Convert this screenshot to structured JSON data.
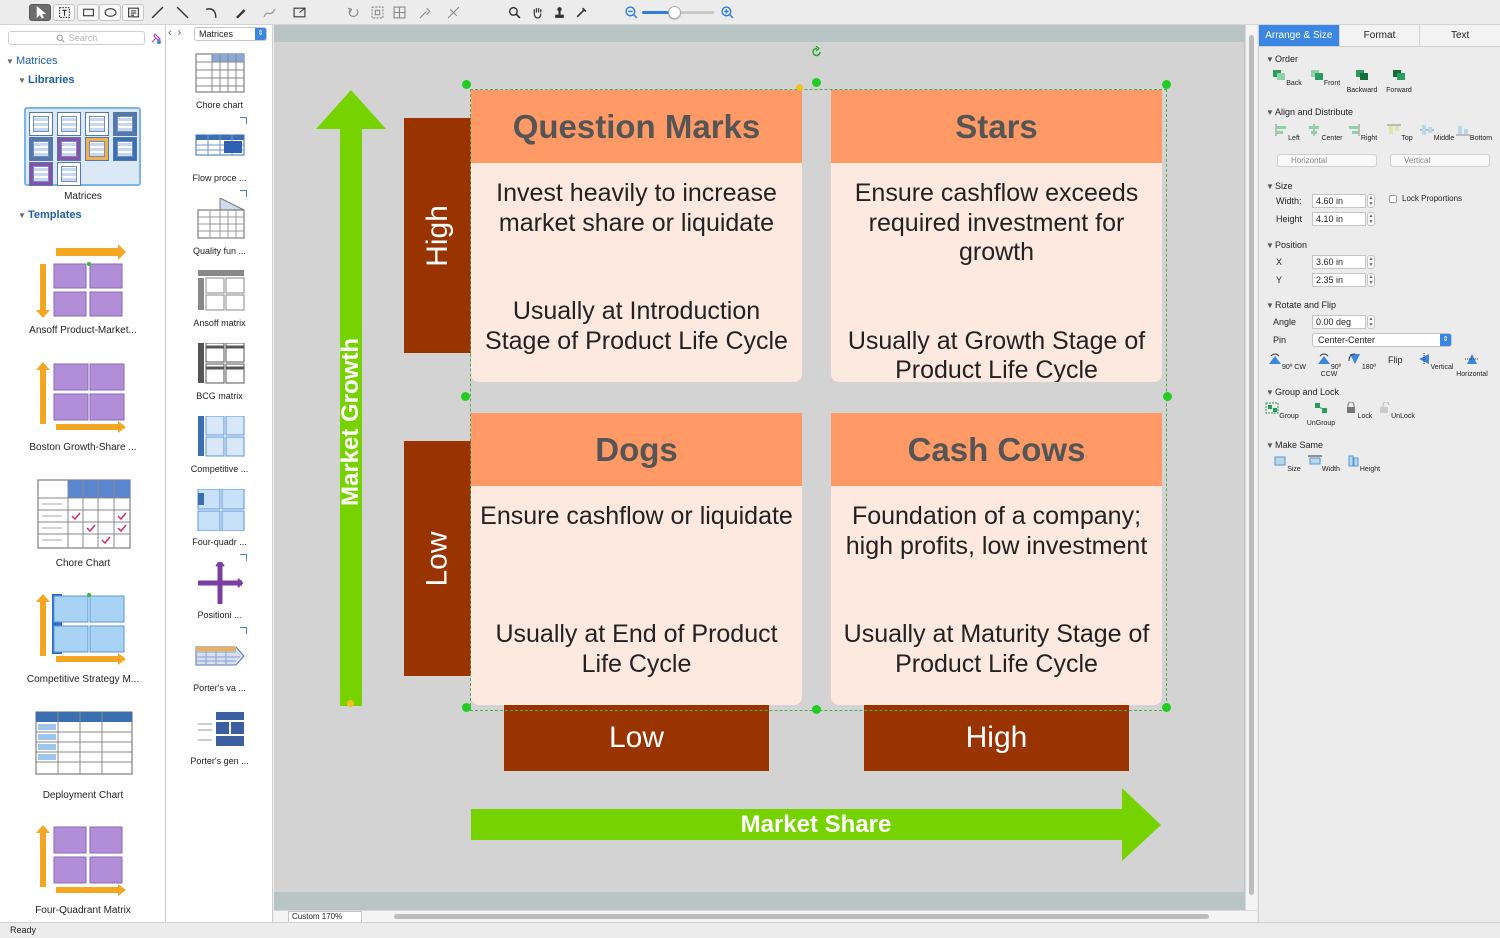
{
  "toolbar": {
    "tools": [
      "pointer-tool",
      "text-block-tool",
      "rectangle-tool",
      "ellipse-tool",
      "text-tool",
      "line-tool",
      "straight-connector-tool",
      "arc-tool",
      "curve-tool",
      "pen-tool",
      "freehand-tool",
      "note-tool"
    ],
    "zoom_level": 0.45
  },
  "sidebar": {
    "search_placeholder": "Search",
    "root": "Matrices",
    "libraries_heading": "Libraries",
    "library_name": "Matrices",
    "templates_heading": "Templates",
    "templates": [
      "Ansoff Product-Market...",
      "Boston Growth-Share ...",
      "Chore Chart",
      "Competitive Strategy M...",
      "Deployment Chart",
      "Four-Quadrant Matrix"
    ]
  },
  "shapes": {
    "selected_library": "Matrices",
    "items": [
      "Chore chart",
      "Flow proce ...",
      "Quality fun ...",
      "Ansoff matrix",
      "BCG matrix",
      "Competitive ...",
      "Four-quadr ...",
      "Positioni ...",
      "Porter's va ...",
      "Porter's gen ..."
    ]
  },
  "matrix": {
    "y_axis": "Market Growth",
    "x_axis": "Market Share",
    "y_high": "High",
    "y_low": "Low",
    "x_low": "Low",
    "x_high": "High",
    "question_marks": {
      "title": "Question Marks",
      "line1": "Invest heavily to increase",
      "line2": "market share or liquidate",
      "line3": "Usually at Introduction",
      "line4": "Stage of Product Life Cycle"
    },
    "stars": {
      "title": "Stars",
      "line1": "Ensure cashflow exceeds",
      "line2": "required investment for",
      "line3": "growth",
      "line4": "Usually at Growth Stage of",
      "line5": "Product Life Cycle"
    },
    "dogs": {
      "title": "Dogs",
      "line1": "Ensure cashflow or liquidate",
      "line2": "Usually at End of Product",
      "line3": "Life Cycle"
    },
    "cash_cows": {
      "title": "Cash Cows",
      "line1": "Foundation of a company;",
      "line2": "high profits, low investment",
      "line3": "Usually at Maturity Stage of",
      "line4": "Product Life Cycle"
    },
    "colors": {
      "header": "#ff9966",
      "body": "#fde9e0",
      "band": "#993300",
      "arrow": "#77d300"
    }
  },
  "zoom_box": "Custom 170%",
  "status": "Ready",
  "inspector": {
    "tabs": [
      "Arrange & Size",
      "Format",
      "Text"
    ],
    "order": {
      "heading": "Order",
      "buttons": [
        "Back",
        "Front",
        "Backward",
        "Forward"
      ]
    },
    "align": {
      "heading": "Align and Distribute",
      "buttons": [
        "Left",
        "Center",
        "Right",
        "Top",
        "Middle",
        "Bottom"
      ],
      "horizontal": "Horizontal",
      "vertical": "Vertical"
    },
    "size": {
      "heading": "Size",
      "width_label": "Width:",
      "width": "4.60 in",
      "height_label": "Height",
      "height": "4.10 in",
      "lock": "Lock Proportions"
    },
    "position": {
      "heading": "Position",
      "x_label": "X",
      "x": "3.60 in",
      "y_label": "Y",
      "y": "2.35 in"
    },
    "rotate": {
      "heading": "Rotate and Flip",
      "angle_label": "Angle",
      "angle": "0.00 deg",
      "pin_label": "Pin",
      "pin": "Center-Center",
      "buttons": [
        "90º CW",
        "90º CCW",
        "180º"
      ],
      "flip_label": "Flip",
      "flip_buttons": [
        "Vertical",
        "Horizontal"
      ]
    },
    "group": {
      "heading": "Group and Lock",
      "buttons": [
        "Group",
        "UnGroup",
        "Lock",
        "UnLock"
      ]
    },
    "make_same": {
      "heading": "Make Same",
      "buttons": [
        "Size",
        "Width",
        "Height"
      ]
    }
  }
}
